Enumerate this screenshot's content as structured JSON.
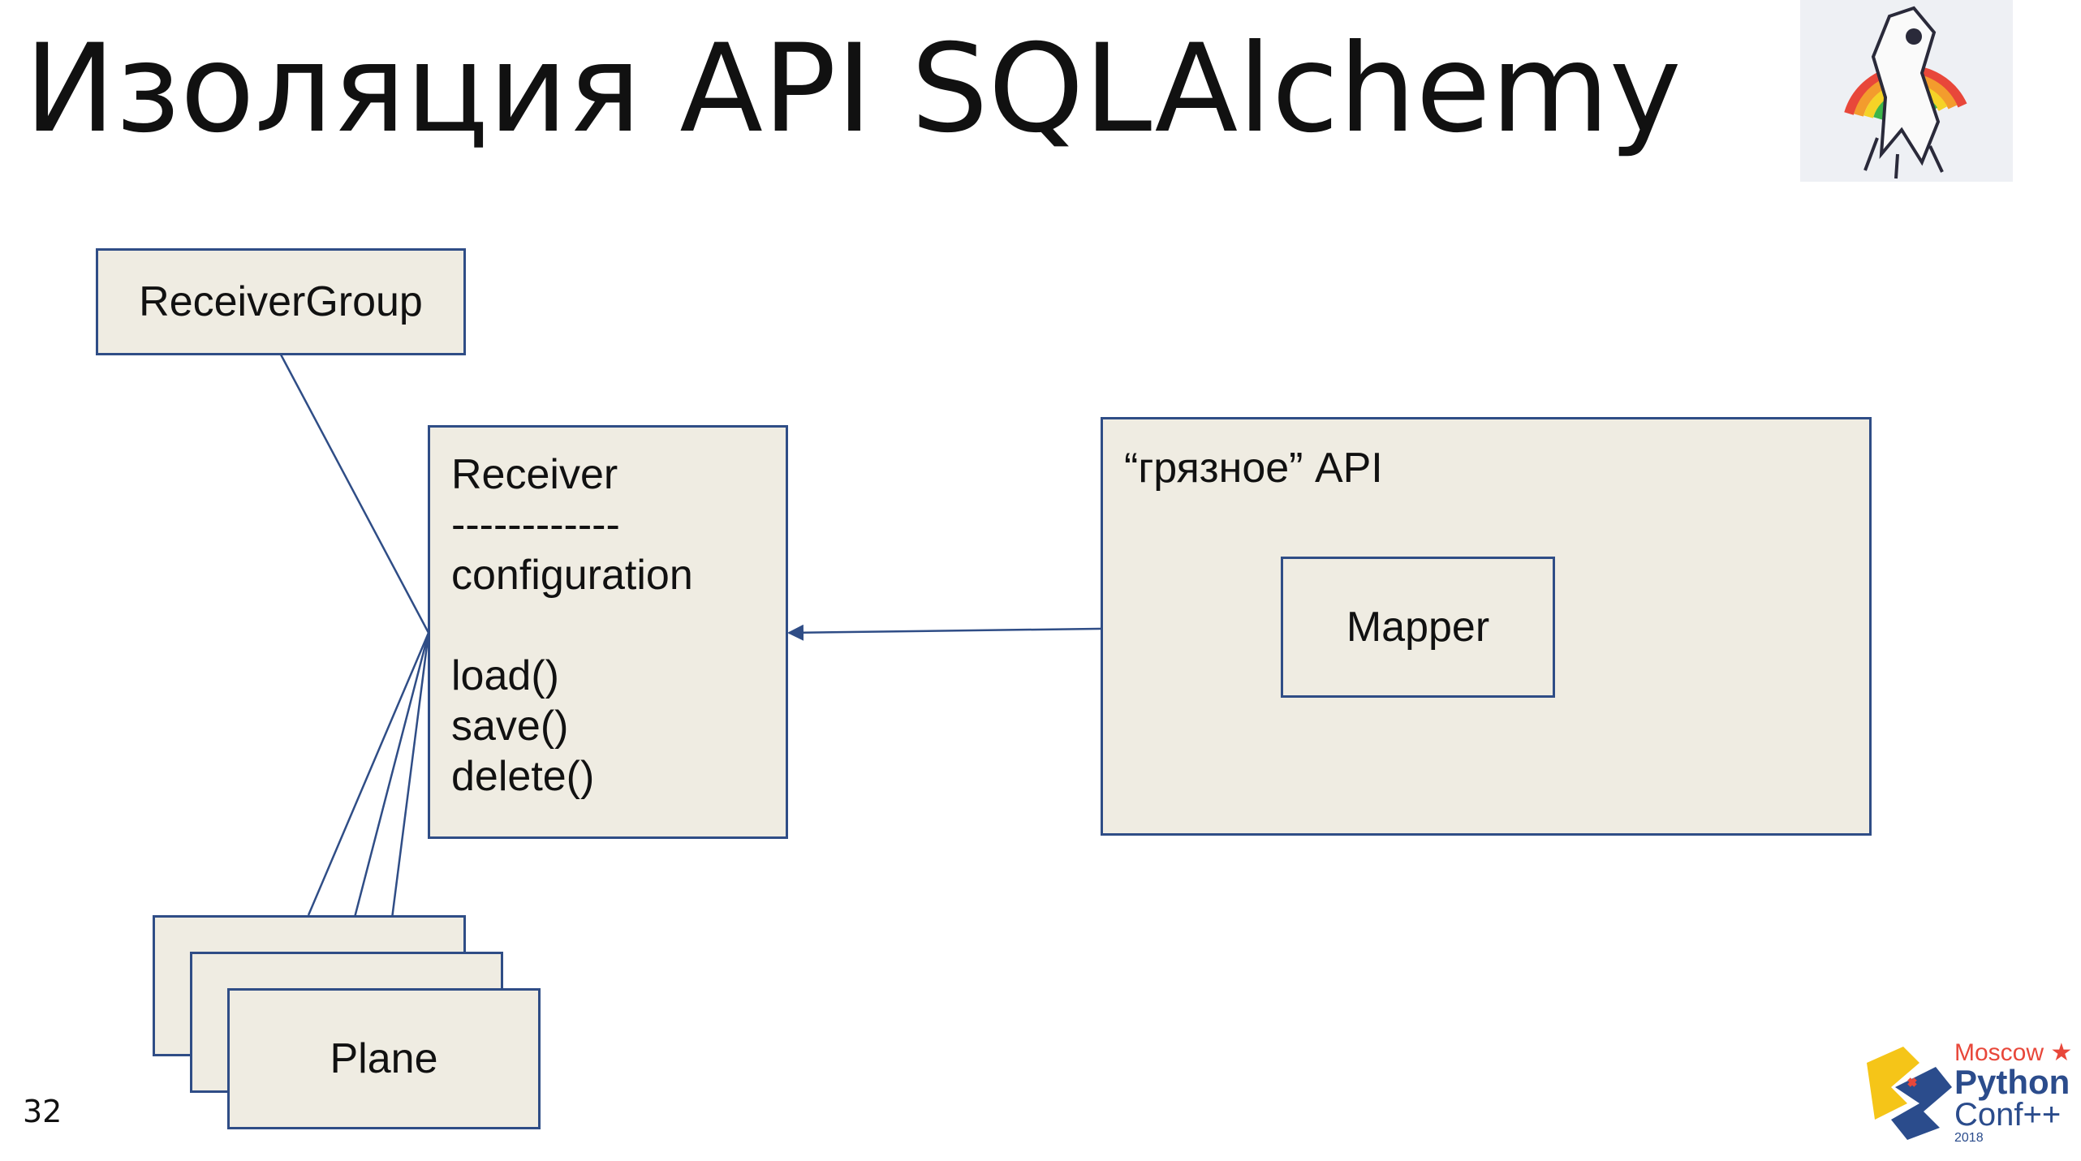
{
  "slide": {
    "title": "Изоляция API SQLAlchemy",
    "number": "32"
  },
  "diagram": {
    "receiver_group": {
      "label": "ReceiverGroup"
    },
    "receiver": {
      "name": "Receiver",
      "separator": "------------",
      "attribute": "configuration",
      "methods": [
        "load()",
        "save()",
        "delete()"
      ]
    },
    "dirty_api": {
      "label": "“грязное” API"
    },
    "mapper": {
      "label": "Mapper"
    },
    "plane": {
      "label": "Plane"
    }
  },
  "branding": {
    "conference_logo": {
      "city": "Moscow",
      "name": "Python",
      "suffix": "Conf++",
      "year": "2018"
    }
  },
  "colors": {
    "box_fill": "#efece2",
    "box_border": "#2f4d86",
    "connector": "#2f4d86",
    "logo_yellow": "#f5c518",
    "logo_blue": "#2b4c8c",
    "logo_red": "#e8473a"
  }
}
